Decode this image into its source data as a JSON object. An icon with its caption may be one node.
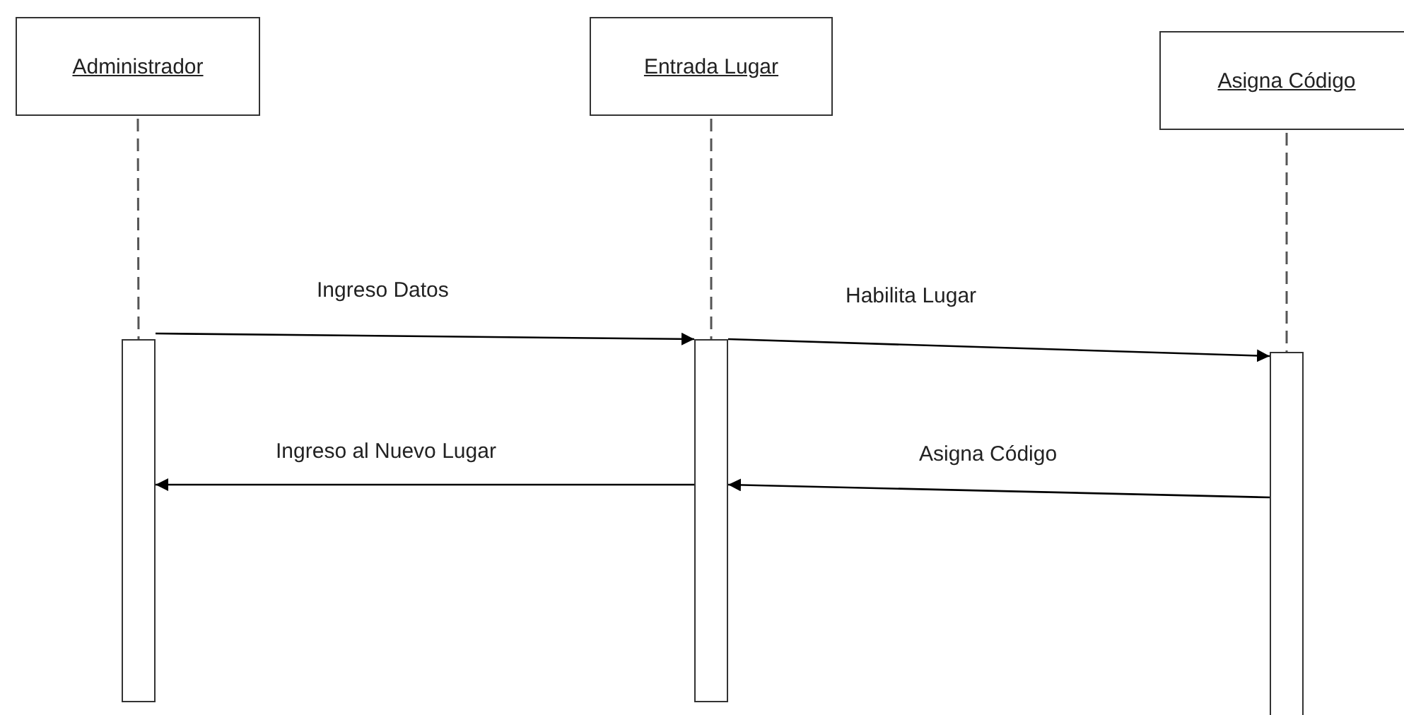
{
  "diagram": {
    "nodes": [
      {
        "text": [
          "Administrador"
        ]
      },
      {
        "text": [
          "Entrada Lugar"
        ]
      },
      {
        "text": [
          "Asigna Código"
        ]
      },
      {
        "text": [],
        "shape": "bar"
      },
      {
        "text": [],
        "shape": "bar"
      },
      {
        "text": [],
        "shape": "bar"
      }
    ],
    "edges": [
      {
        "from": 0,
        "to": 3,
        "arrow": "none",
        "style": "dashed"
      },
      {
        "from": 1,
        "to": 4,
        "arrow": "none",
        "style": "dashed"
      },
      {
        "from": 2,
        "to": 5,
        "arrow": "none",
        "style": "dashed"
      },
      {
        "from": 3,
        "to": 4,
        "arrow": "to",
        "label": "Ingreso Datos"
      },
      {
        "from": 4,
        "to": 5,
        "arrow": "to",
        "label": "Habilita Lugar"
      },
      {
        "from": 5,
        "to": 4,
        "arrow": "to",
        "label": "Asigna Código"
      },
      {
        "from": 4,
        "to": 3,
        "arrow": "to",
        "label": "Ingreso al Nuevo Lugar"
      }
    ]
  }
}
